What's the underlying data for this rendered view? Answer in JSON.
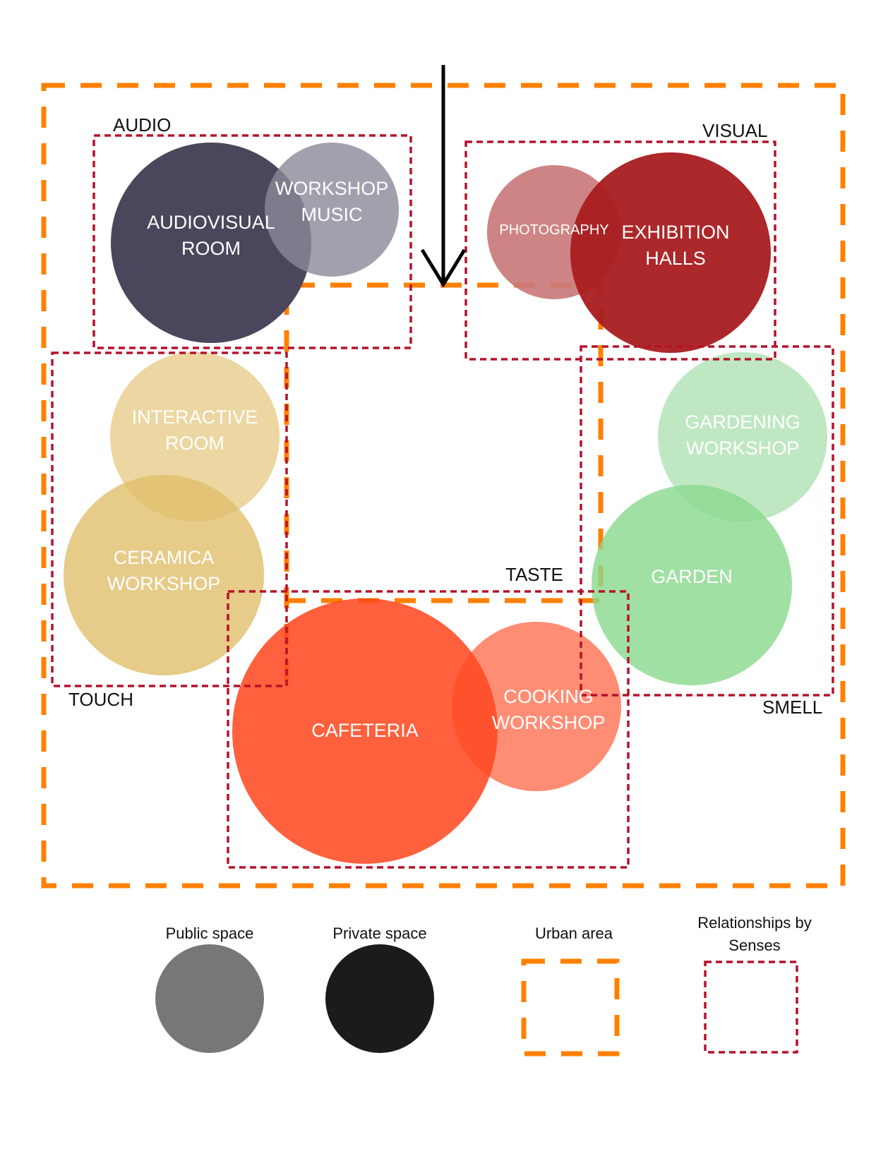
{
  "colors": {
    "urban_area": "#ff8000",
    "senses": "#b5122a",
    "audiovisual": "#4b465b",
    "workshop_music": "#9e9aa6",
    "photography": "#cf8585",
    "exhibition": "#a81c1f",
    "interactive": "#ecd7a2",
    "ceramica": "#e7ca86",
    "gardening": "#bfe8c2",
    "garden": "#a1dea2",
    "cafeteria": "#ff5f3a",
    "cooking": "#ff8d74",
    "public": "#777777",
    "private": "#1b1b1b"
  },
  "groups": {
    "audio": "AUDIO",
    "visual": "VISUAL",
    "touch": "TOUCH",
    "smell": "SMELL",
    "taste": "TASTE"
  },
  "spaces": {
    "audiovisual": [
      "AUDIOVISUAL",
      "ROOM"
    ],
    "workshop_music": [
      "WORKSHOP",
      "MUSIC"
    ],
    "photography": [
      "PHOTOGRAPHY"
    ],
    "exhibition": [
      "EXHIBITION",
      "HALLS"
    ],
    "interactive": [
      "INTERACTIVE",
      "ROOM"
    ],
    "ceramica": [
      "CERAMICA",
      "WORKSHOP"
    ],
    "gardening": [
      "GARDENING",
      "WORKSHOP"
    ],
    "garden": [
      "GARDEN"
    ],
    "cafeteria": [
      "CAFETERIA"
    ],
    "cooking": [
      "COOKING",
      "WORKSHOP"
    ]
  },
  "legend": {
    "public": "Public space",
    "private": "Private space",
    "urban": "Urban area",
    "relationships": [
      "Relationships by",
      "Senses"
    ]
  }
}
